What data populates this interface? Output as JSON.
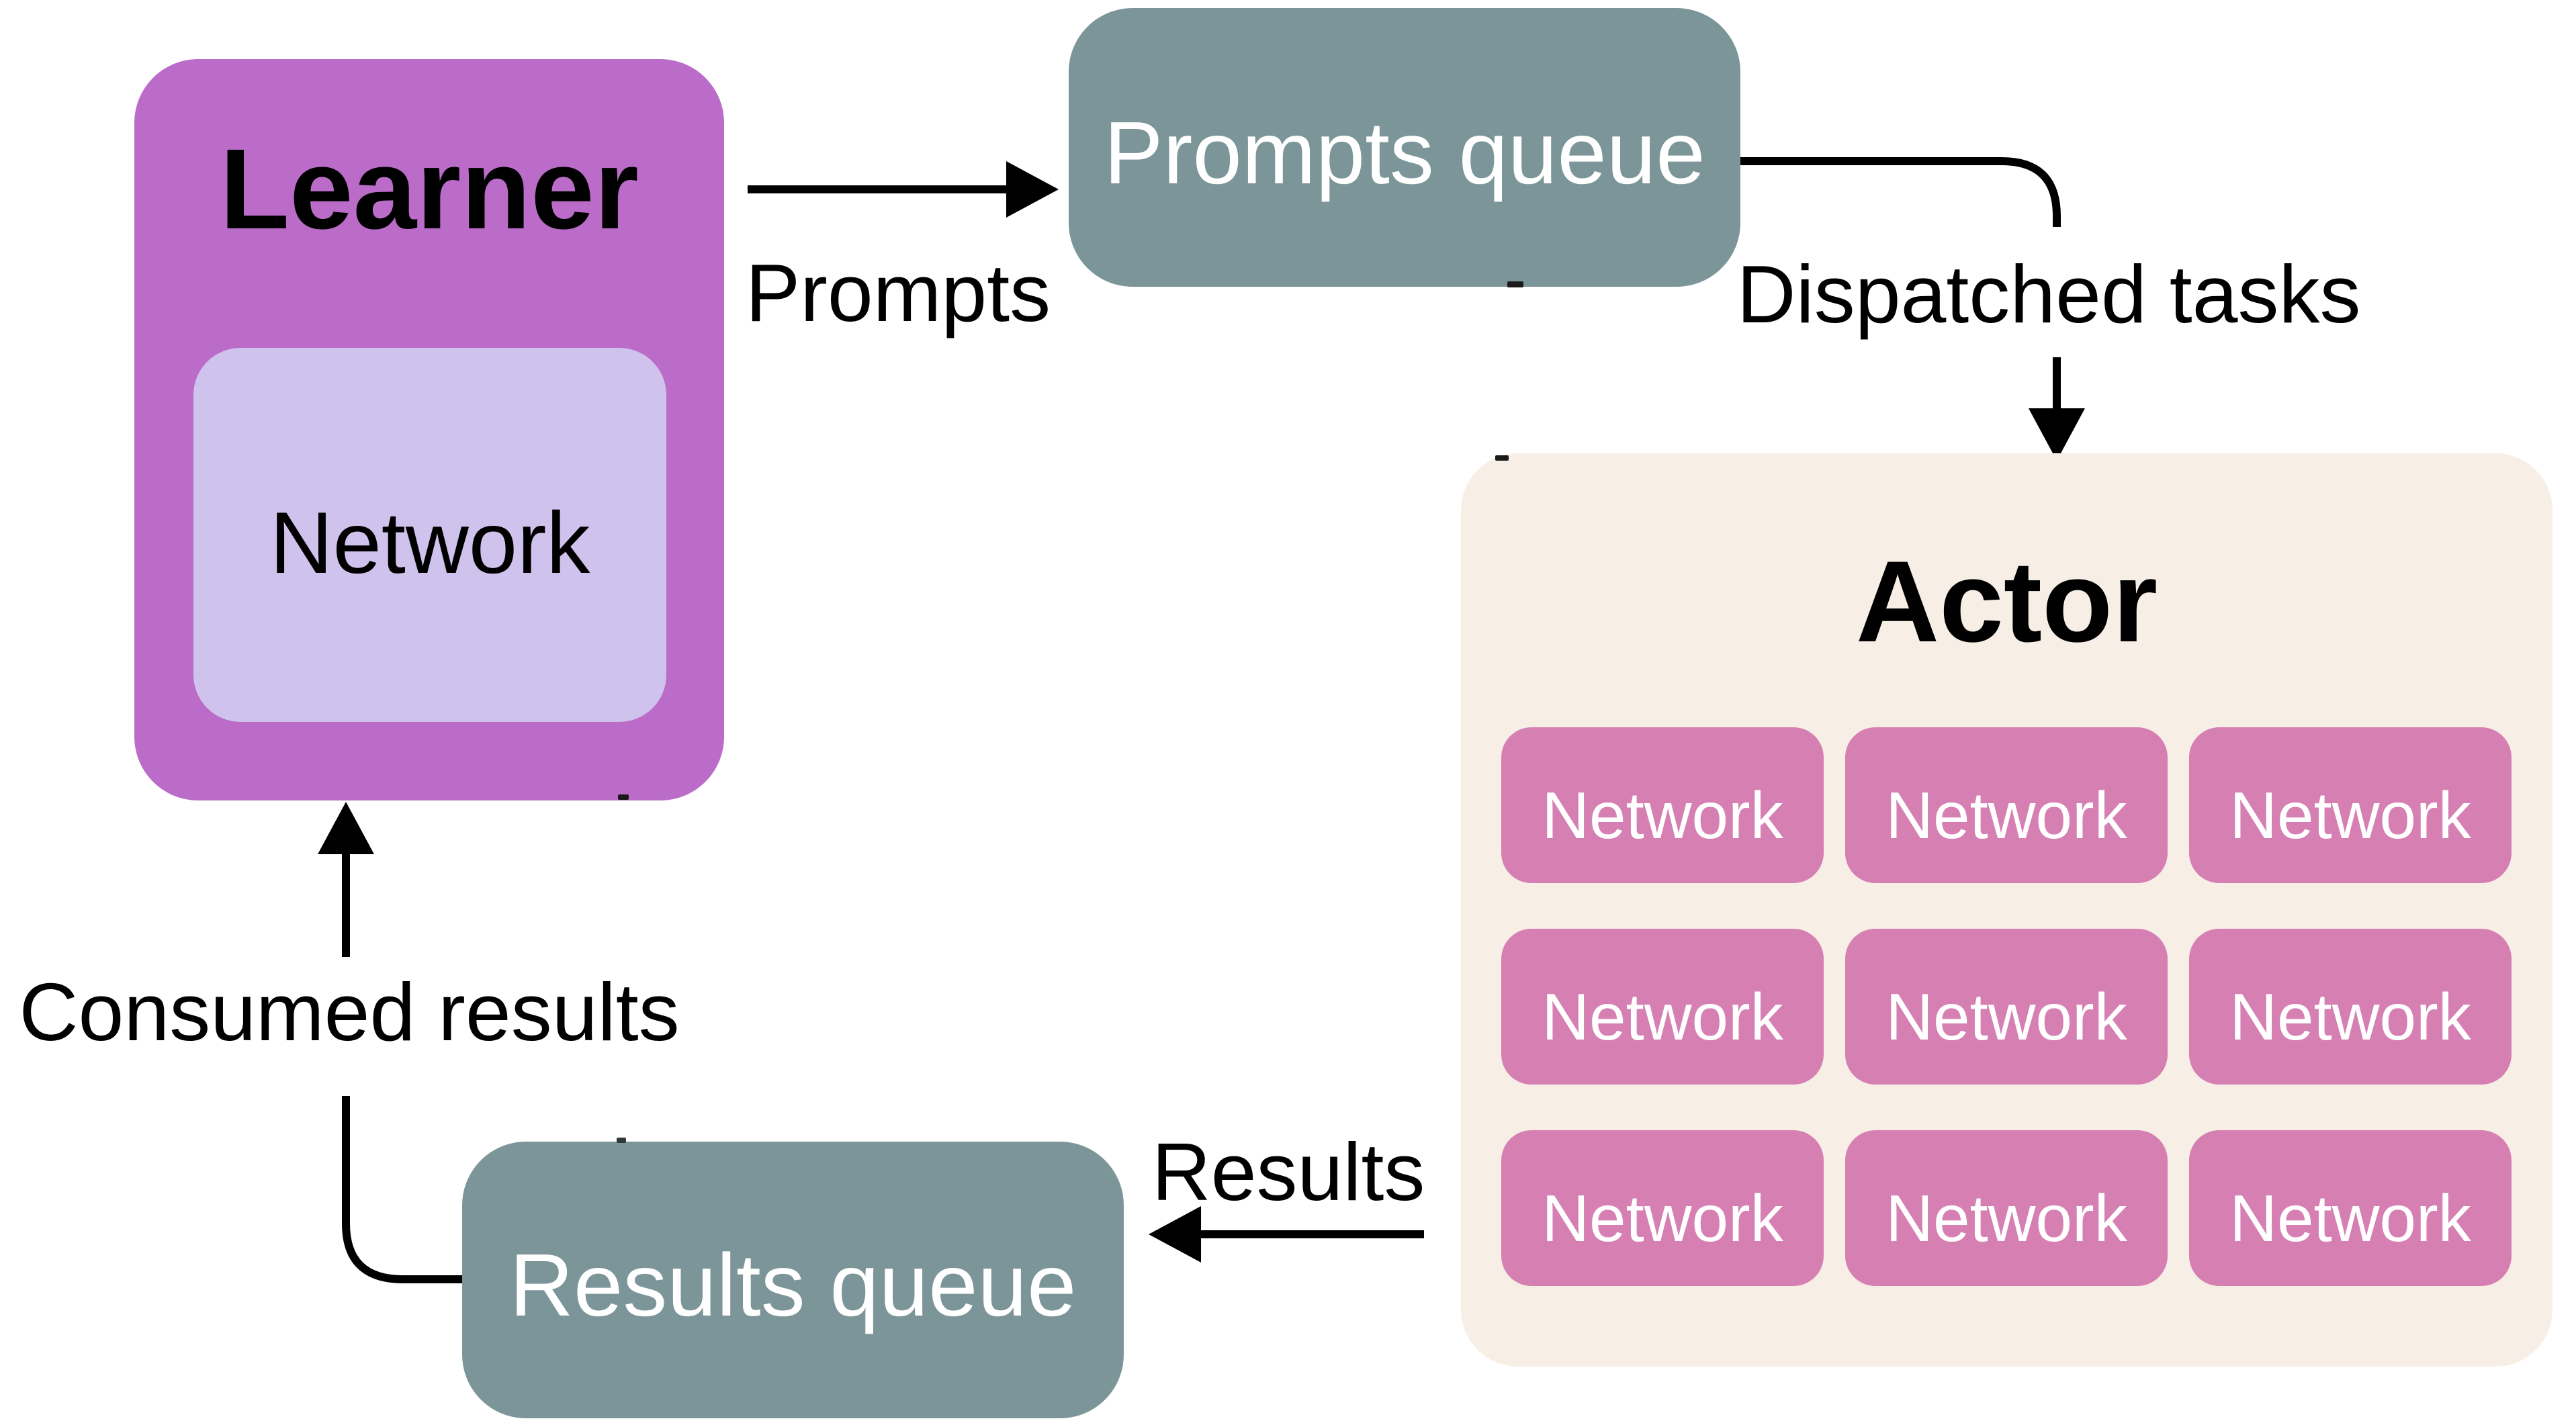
{
  "colors": {
    "purple": "#BA6CC8",
    "lavender": "#CFC2EC",
    "slate": "#7C9598",
    "cream": "#F7EEE6",
    "pink": "#D67FB2",
    "ink": "#000000",
    "paper": "#FFFFFF"
  },
  "nodes": {
    "learner": {
      "title": "Learner",
      "network_label": "Network"
    },
    "prompts_queue": {
      "label": "Prompts queue"
    },
    "actor": {
      "title": "Actor",
      "networks": [
        "Network",
        "Network",
        "Network",
        "Network",
        "Network",
        "Network",
        "Network",
        "Network",
        "Network"
      ]
    },
    "results_queue": {
      "label": "Results queue"
    }
  },
  "edges": {
    "prompts": {
      "label": "Prompts",
      "from": "Learner",
      "to": "Prompts queue"
    },
    "dispatched": {
      "label": "Dispatched tasks",
      "from": "Prompts queue",
      "to": "Actor"
    },
    "results": {
      "label": "Results",
      "from": "Actor",
      "to": "Results queue"
    },
    "consumed": {
      "label": "Consumed results",
      "from": "Results queue",
      "to": "Learner"
    }
  }
}
